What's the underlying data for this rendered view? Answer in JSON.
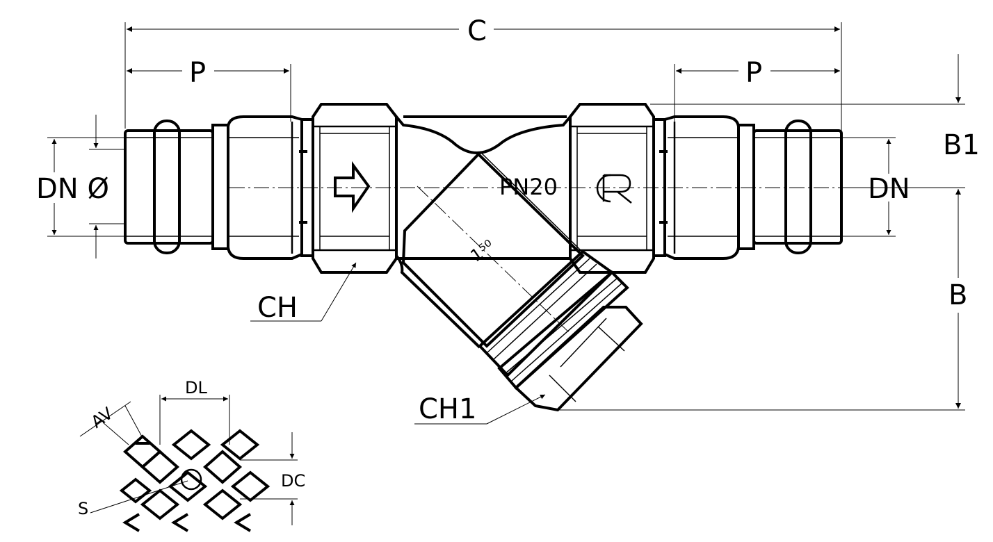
{
  "labels": {
    "c": "C",
    "p_left": "P",
    "p_right": "P",
    "b1": "B1",
    "dn_right": "DN",
    "b": "B",
    "dn_diameter": "DN Ø",
    "ch": "CH",
    "ch1": "CH1",
    "pn": "PN20",
    "av": "AV",
    "dl": "DL",
    "dc": "DC",
    "s": "S"
  },
  "colors": {
    "line": "#000000",
    "background": "#ffffff"
  },
  "icons": {
    "flow_arrow": "right-arrow-outline",
    "logo": "cr-brand-mark"
  }
}
